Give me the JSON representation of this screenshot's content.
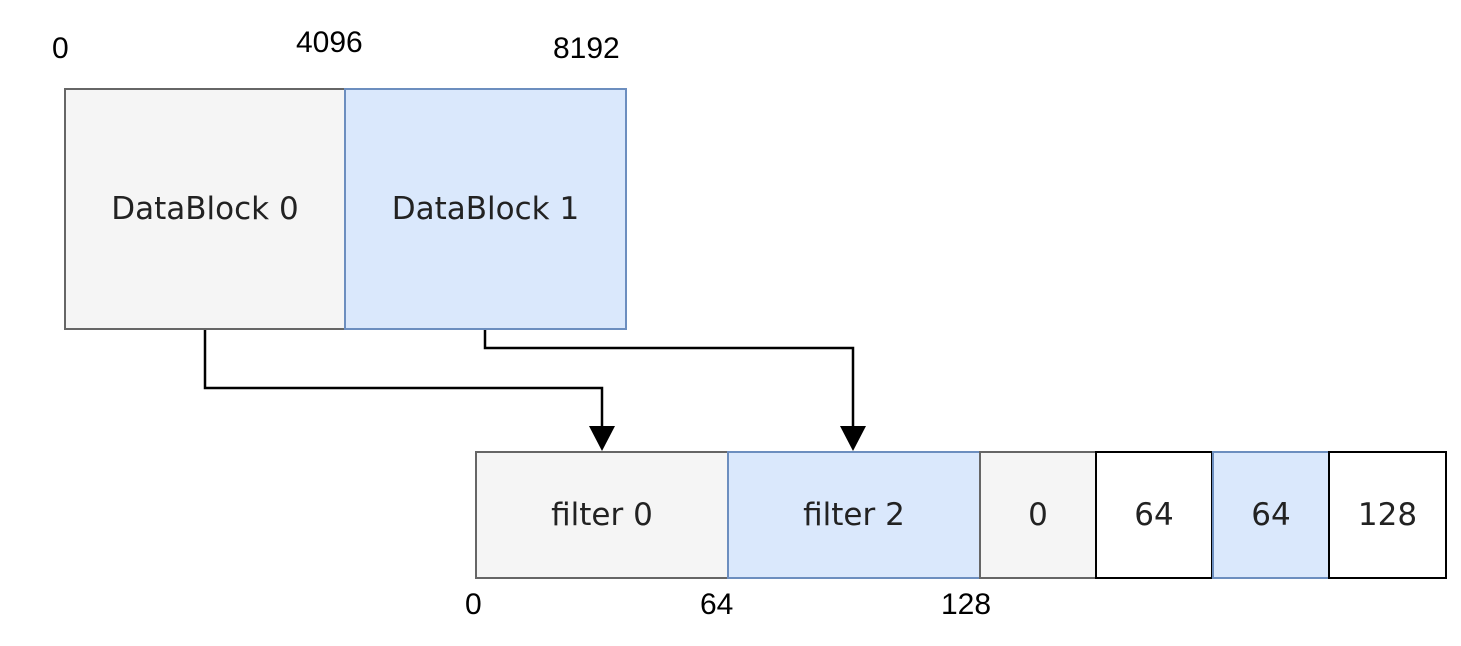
{
  "top_offsets": [
    "0",
    "4096",
    "8192"
  ],
  "data_blocks": [
    "DataBlock 0",
    "DataBlock 1"
  ],
  "filters": [
    "filter 0",
    "filter 2"
  ],
  "offset_cells": [
    "0",
    "64",
    "64",
    "128"
  ],
  "bottom_offsets": [
    "0",
    "64",
    "128"
  ],
  "colors": {
    "gray_fill": "#f5f5f5",
    "gray_stroke": "#666666",
    "blue_fill": "#dae8fc",
    "blue_stroke": "#6c8ebf",
    "arrow": "#000000"
  }
}
